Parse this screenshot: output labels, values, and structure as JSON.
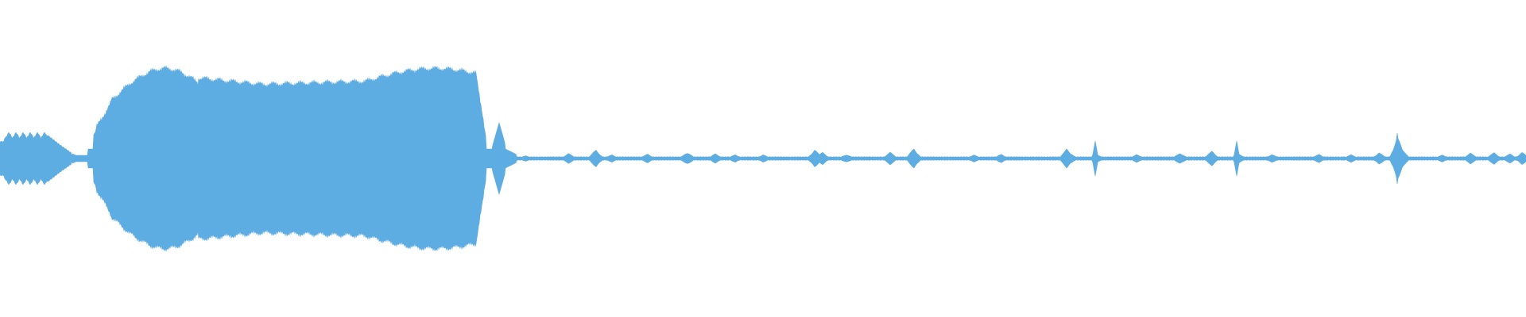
{
  "waveform": {
    "color": "#5DACE2",
    "background": "#FFFFFF",
    "segments": [
      {
        "role": "short-burst",
        "peak": 0.16
      },
      {
        "role": "main-sustained",
        "peak": 0.55
      },
      {
        "role": "decay-tail",
        "peak": 0.34
      },
      {
        "role": "sparse-transients",
        "peak": 0.18
      }
    ]
  }
}
